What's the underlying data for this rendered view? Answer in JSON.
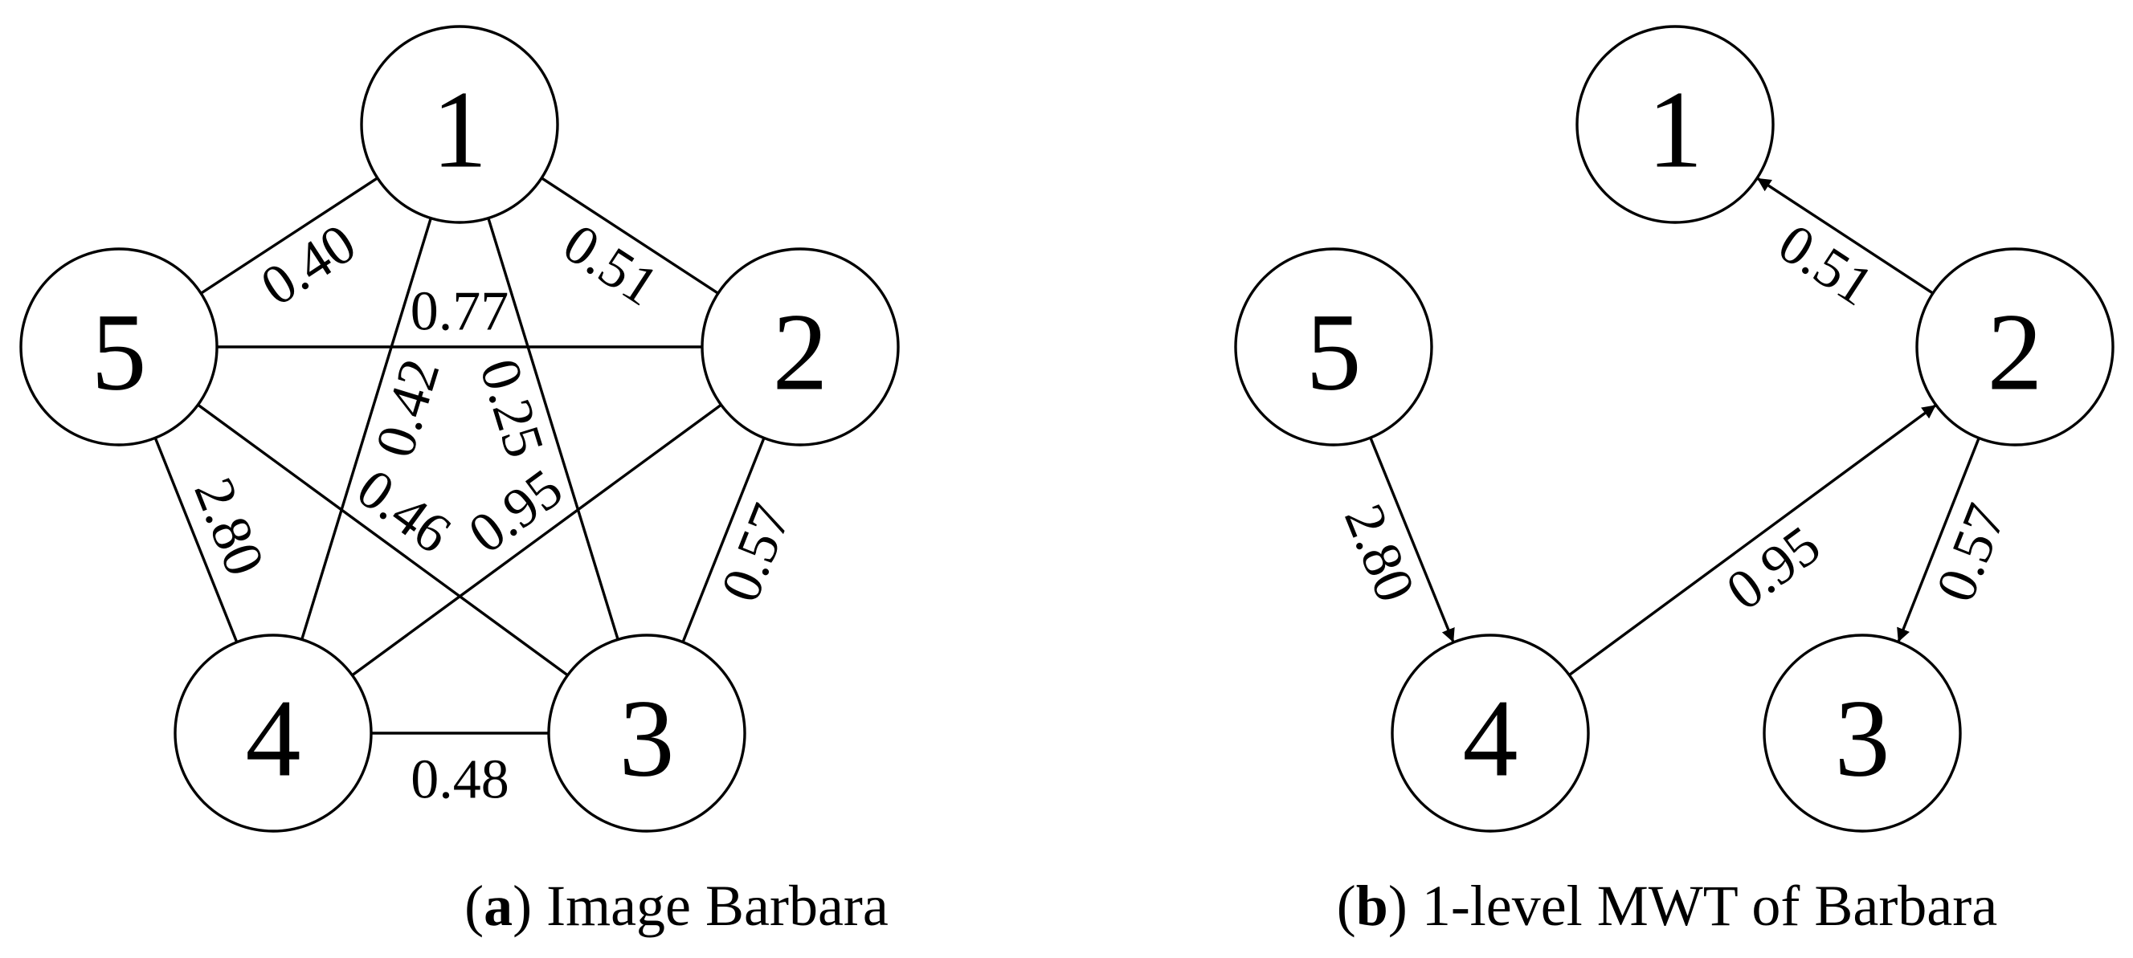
{
  "panels": [
    {
      "id": "a",
      "caption": {
        "letter": "a",
        "text": "Image Barbara"
      },
      "nodes": [
        "1",
        "2",
        "3",
        "4",
        "5"
      ],
      "edges": [
        {
          "from": "1",
          "to": "5",
          "weight": "0.40"
        },
        {
          "from": "1",
          "to": "2",
          "weight": "0.51"
        },
        {
          "from": "5",
          "to": "2",
          "weight": "0.77"
        },
        {
          "from": "1",
          "to": "4",
          "weight": "0.42"
        },
        {
          "from": "1",
          "to": "3",
          "weight": "0.25"
        },
        {
          "from": "5",
          "to": "4",
          "weight": "2.80"
        },
        {
          "from": "5",
          "to": "3",
          "weight": "0.46"
        },
        {
          "from": "2",
          "to": "4",
          "weight": "0.95"
        },
        {
          "from": "2",
          "to": "3",
          "weight": "0.57"
        },
        {
          "from": "4",
          "to": "3",
          "weight": "0.48"
        }
      ]
    },
    {
      "id": "b",
      "caption": {
        "letter": "b",
        "text": "1-level MWT of Barbara"
      },
      "nodes": [
        "1",
        "2",
        "3",
        "4",
        "5"
      ],
      "edges": [
        {
          "from": "2",
          "to": "1",
          "weight": "0.51",
          "directed": true
        },
        {
          "from": "5",
          "to": "4",
          "weight": "2.80",
          "directed": true
        },
        {
          "from": "4",
          "to": "2",
          "weight": "0.95",
          "directed": true
        },
        {
          "from": "2",
          "to": "3",
          "weight": "0.57",
          "directed": true
        }
      ]
    }
  ],
  "caption_punct": {
    "open": "(",
    "close": ")"
  }
}
